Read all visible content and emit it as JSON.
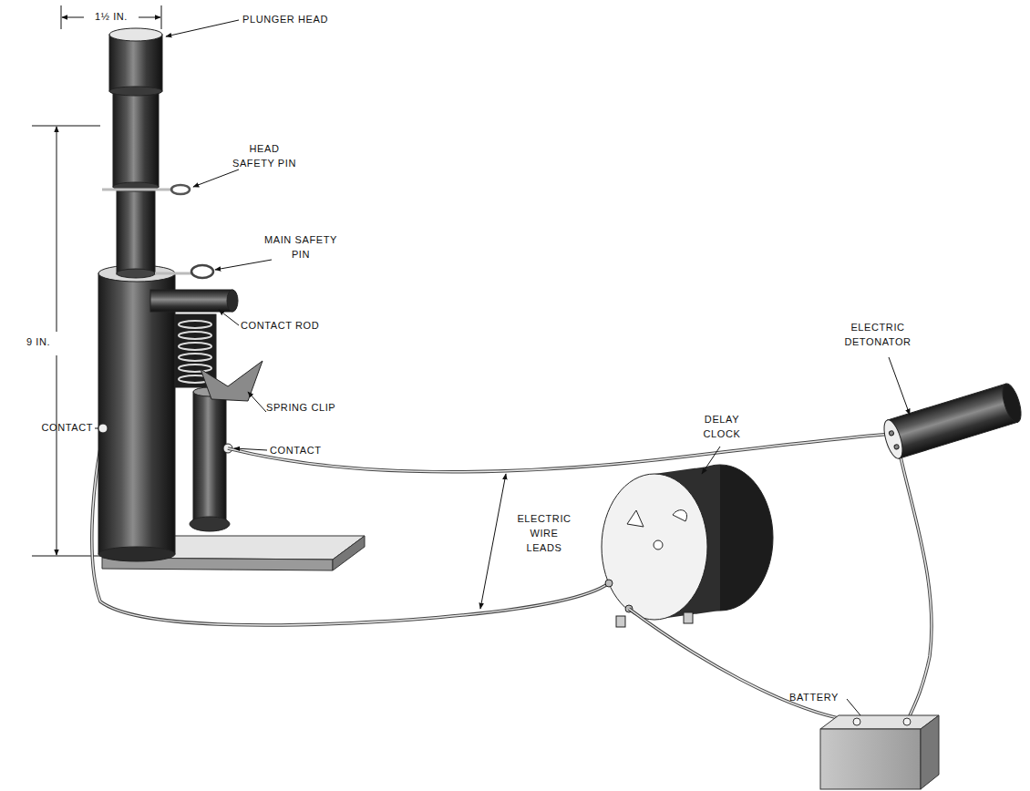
{
  "diagram": {
    "labels": [
      "1½ IN.",
      "PLUNGER HEAD",
      "9 IN.",
      "HEAD SAFETY PIN",
      "MAIN SAFETY PIN",
      "CONTACT ROD",
      "CONTACT",
      "SPRING CLIP",
      "CONTACT",
      "ELECTRIC DETONATOR",
      "ELECTRIC WIRE LEADS",
      "DELAY CLOCK",
      "BATTERY"
    ]
  }
}
